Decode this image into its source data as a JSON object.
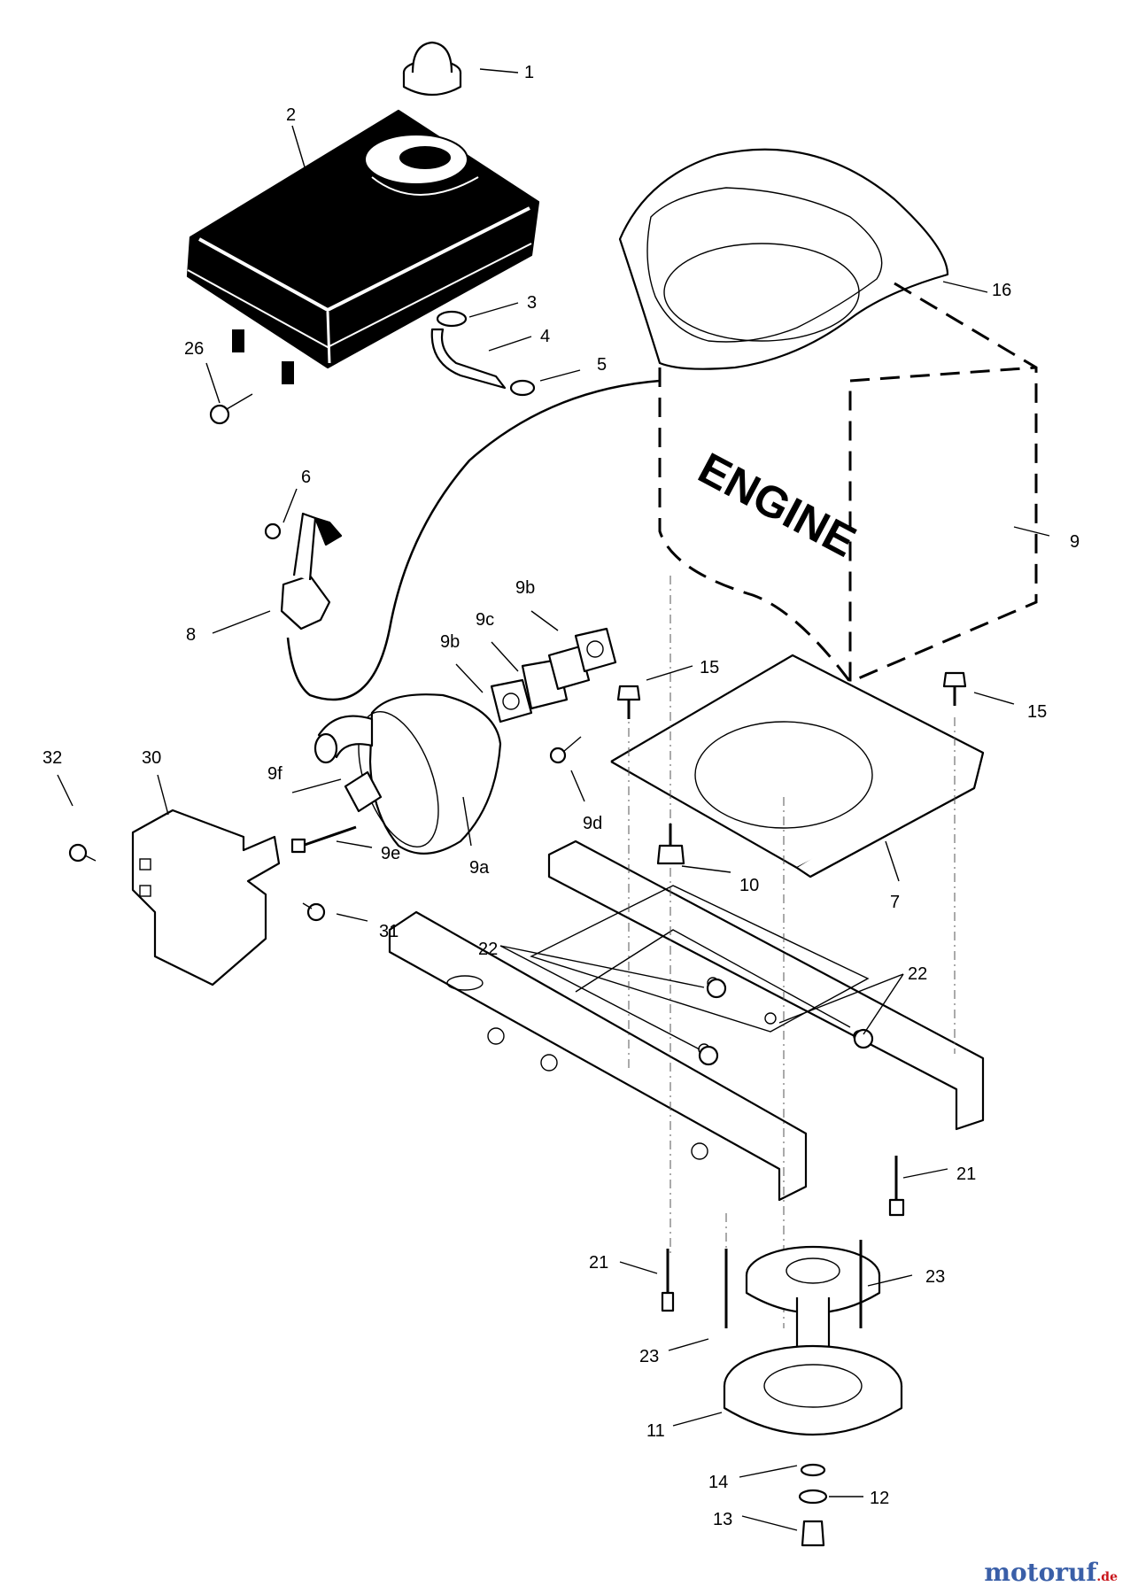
{
  "diagram": {
    "engine_label": "ENGINE",
    "callouts": {
      "c1": "1",
      "c2": "2",
      "c3": "3",
      "c4": "4",
      "c5": "5",
      "c6": "6",
      "c7": "7",
      "c8": "8",
      "c9": "9",
      "c9a": "9a",
      "c9b_left": "9b",
      "c9b_right": "9b",
      "c9c": "9c",
      "c9d": "9d",
      "c9e": "9e",
      "c9f": "9f",
      "c10": "10",
      "c11": "11",
      "c12": "12",
      "c13": "13",
      "c14": "14",
      "c15_left": "15",
      "c15_right": "15",
      "c16": "16",
      "c21_right": "21",
      "c21_left": "21",
      "c22_left": "22",
      "c22_right": "22",
      "c23_right": "23",
      "c23_left": "23",
      "c26": "26",
      "c30": "30",
      "c31": "31",
      "c32": "32"
    }
  },
  "watermark": {
    "brand": "motoruf",
    "suffix": ".de"
  },
  "colors": {
    "line": "#000000",
    "watermark_blue": "#3a5fa8",
    "watermark_red": "#c8141a"
  }
}
